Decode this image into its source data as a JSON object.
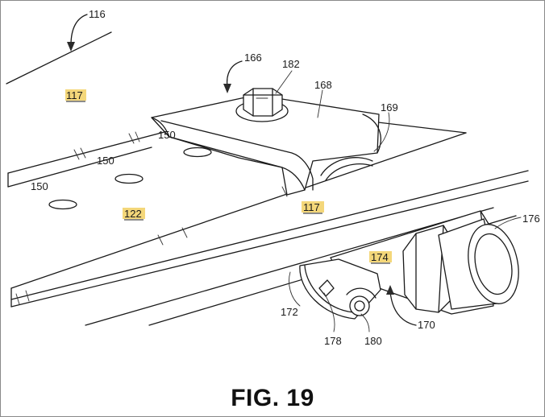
{
  "figure": {
    "caption": "FIG. 19"
  },
  "labels": {
    "l116": "116",
    "l166": "166",
    "l182": "182",
    "l168": "168",
    "l169": "169",
    "l117a": "117",
    "l117b": "117",
    "l150a": "150",
    "l150b": "150",
    "l150c": "150",
    "l122": "122",
    "l176": "176",
    "l174": "174",
    "l172": "172",
    "l178": "178",
    "l180": "180",
    "l170": "170"
  },
  "colors": {
    "highlight": "#f4d77a",
    "line": "#1a1a1a"
  }
}
